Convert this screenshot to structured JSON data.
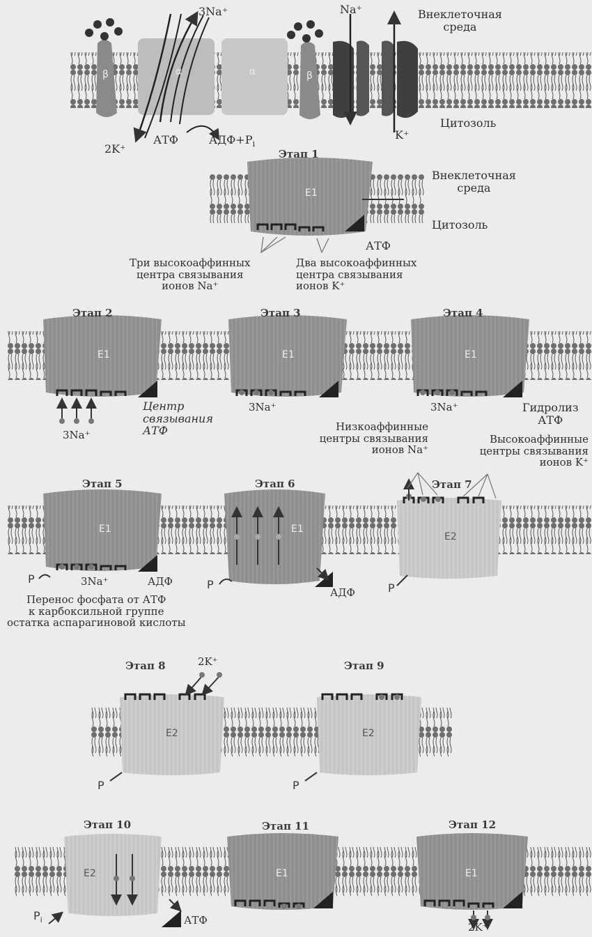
{
  "top": {
    "na3": "3Na⁺",
    "k2": "2K⁺",
    "atp": "АТФ",
    "adp_pi": "АДФ+P",
    "pi_sub": "i",
    "na": "Na⁺",
    "k": "K⁺",
    "extra": "Внеклеточная\nсреда",
    "cyto": "Цитозоль",
    "alpha": "α",
    "beta": "β"
  },
  "stage1": {
    "title": "Этап 1",
    "extra": "Внеклеточная\nсреда",
    "cyto": "Цитозоль",
    "atp": "АТФ",
    "na_sites": "Три высокоаффинных\nцентра связывания\nионов Na⁺",
    "k_sites": "Два высокоаффинных\nцентра связывания\nионов K⁺"
  },
  "stage2": {
    "title": "Этап 2",
    "ions": "3Na⁺",
    "atp_site": "Центр\nсвязывания\nАТФ"
  },
  "stage3": {
    "title": "Этап 3",
    "ions": "3Na⁺"
  },
  "stage4": {
    "title": "Этап 4",
    "ions": "3Na⁺",
    "hydrolysis": "Гидролиз\nАТФ"
  },
  "low_na": "Низкоаффинные\nцентры связывания\nионов Na⁺",
  "high_k": "Высокоаффинные\nцентры связывания\nионов K⁺",
  "stage5": {
    "title": "Этап 5",
    "ions": "3Na⁺",
    "adp": "АДФ",
    "p": "P",
    "transfer": "Перенос фосфата от АТФ\nк карбоксильной группе\nостатка аспарагиновой кислоты"
  },
  "stage6": {
    "title": "Этап 6",
    "adp": "АДФ",
    "p": "P"
  },
  "stage7": {
    "title": "Этап 7",
    "p": "P"
  },
  "stage8": {
    "title": "Этап 8",
    "ions": "2K⁺",
    "p": "P"
  },
  "stage9": {
    "title": "Этап 9",
    "p": "P"
  },
  "stage10": {
    "title": "Этап 10",
    "pi": "P",
    "pi_sub": "i",
    "atp": "АТФ"
  },
  "stage11": {
    "title": "Этап 11"
  },
  "stage12": {
    "title": "Этап 12",
    "ions": "2K⁺"
  },
  "domains": {
    "e1": "E1",
    "e2": "E2"
  },
  "colors": {
    "membrane": "#7f7f7f",
    "e1": "#909090",
    "e2": "#c4c4c4",
    "dark": "#3a3a3a",
    "background": "#ececec"
  }
}
